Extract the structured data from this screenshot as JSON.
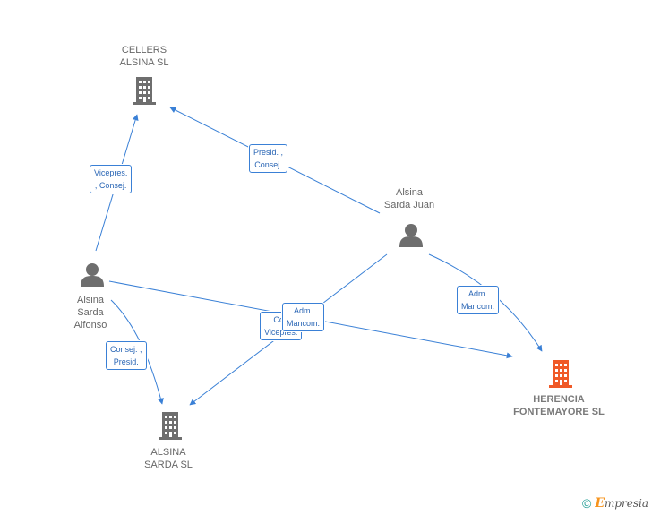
{
  "nodes": {
    "cellers": {
      "label_line1": "CELLERS",
      "label_line2": "ALSINA SL",
      "type": "company",
      "icon": "building-icon",
      "color": "#6e6e6e"
    },
    "alsina_sarda": {
      "label_line1": "ALSINA",
      "label_line2": "SARDA SL",
      "type": "company",
      "icon": "building-icon",
      "color": "#6e6e6e"
    },
    "herencia": {
      "label_line1": "HERENCIA",
      "label_line2": "FONTEMAYORE SL",
      "type": "company",
      "icon": "building-icon",
      "color": "#f05a28"
    },
    "juan": {
      "label_line1": "Alsina",
      "label_line2": "Sarda Juan",
      "type": "person",
      "icon": "person-icon",
      "color": "#6e6e6e"
    },
    "alfonso": {
      "label_line1": "Alsina",
      "label_line2": "Sarda",
      "label_line3": "Alfonso",
      "type": "person",
      "icon": "person-icon",
      "color": "#6e6e6e"
    }
  },
  "edges": {
    "juan_cellers": {
      "line1": "Presid. ,",
      "line2": "Consej."
    },
    "alfonso_cellers": {
      "line1": "Vicepres.",
      "line2": ", Consej."
    },
    "juan_herencia": {
      "line1": "Adm.",
      "line2": "Mancom."
    },
    "alfonso_herencia": {
      "line1": "Adm.",
      "line2": "Mancom."
    },
    "juan_alsina": {
      "line1": "Con",
      "line2": "Vicepres."
    },
    "alfonso_alsina": {
      "line1": "Consej. ,",
      "line2": "Presid."
    }
  },
  "footer": {
    "copyright": "©",
    "brand_initial": "E",
    "brand_rest": "mpresia"
  },
  "colors": {
    "edge": "#3a80d6",
    "node": "#6e6e6e",
    "focus": "#f05a28"
  }
}
